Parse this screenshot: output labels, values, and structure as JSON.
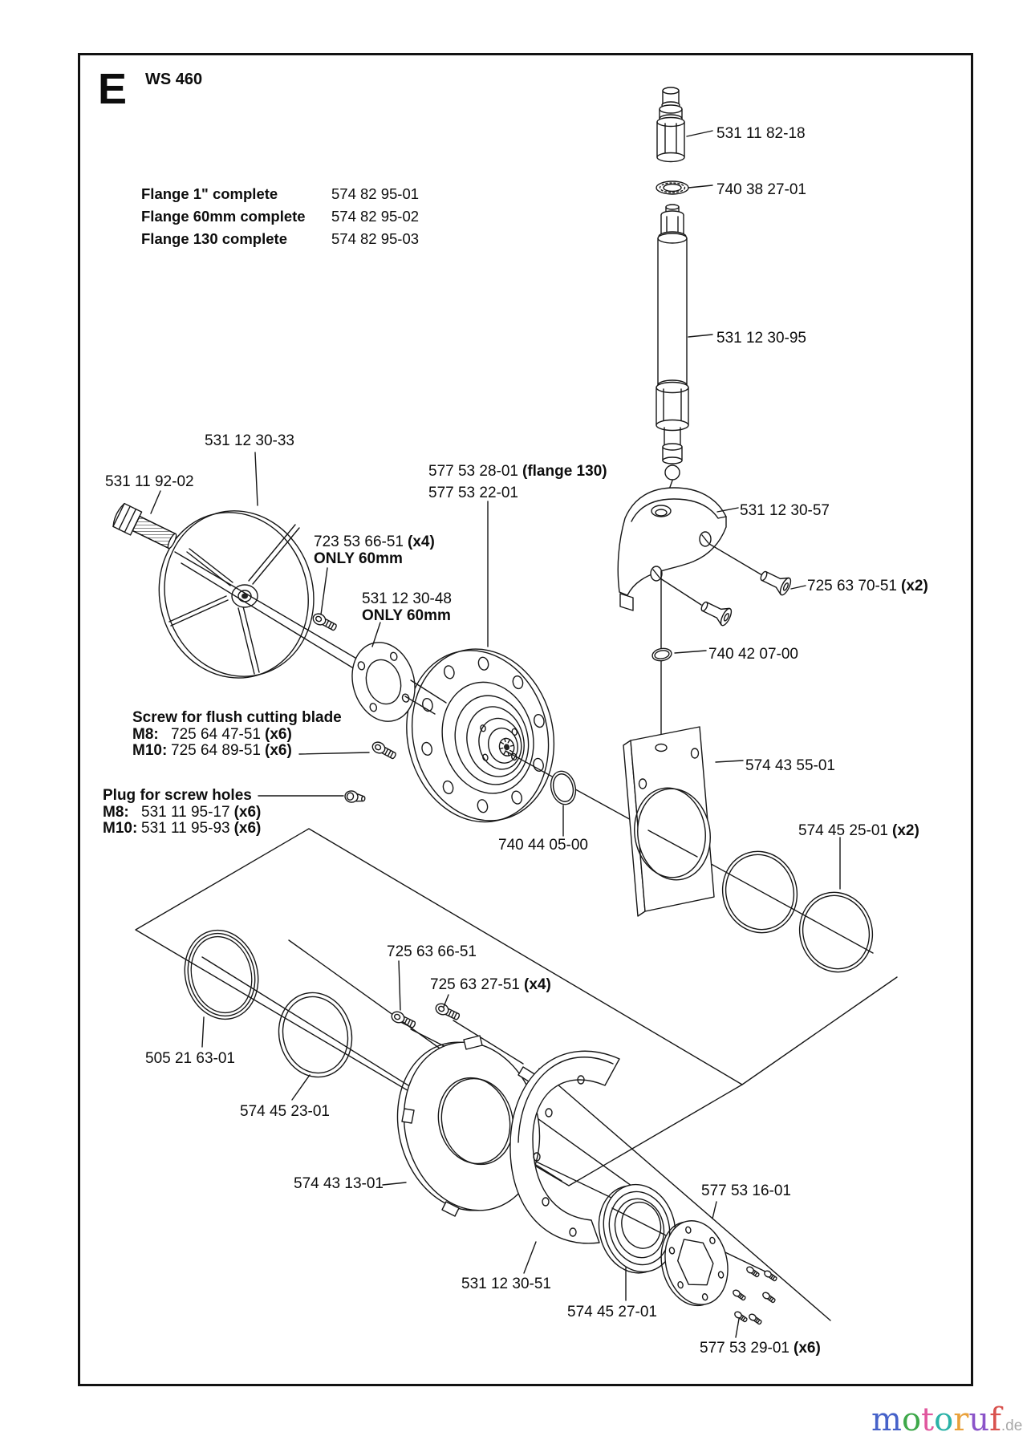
{
  "page": {
    "section_letter": "E",
    "model": "WS 460"
  },
  "flange_table": {
    "rows": [
      {
        "label": "Flange 1\" complete",
        "part": "574 82 95-01"
      },
      {
        "label": "Flange 60mm complete",
        "part": "574 82 95-02"
      },
      {
        "label": "Flange 130 complete",
        "part": "574 82 95-03"
      }
    ]
  },
  "callouts": {
    "bleed_screw": {
      "text": "531 11 82-18"
    },
    "washer_top": {
      "text": "740 38 27-01"
    },
    "spindle": {
      "text": "531 12 30-95"
    },
    "clamp": {
      "text": "531 12 30-57"
    },
    "clamp_screws": {
      "text": "725 63 70-51",
      "qty": "(x2)"
    },
    "oring_small": {
      "text": "740 42 07-00"
    },
    "plate": {
      "text": "574 43 55-01"
    },
    "orings_large": {
      "text": "574 45 25-01",
      "qty": "(x2)"
    },
    "guard_disc": {
      "text": "531 12 30-33"
    },
    "hex_bolt": {
      "text": "531 11 92-02"
    },
    "screws_60mm": {
      "text": "723 53 66-51",
      "qty": "(x4)",
      "note": "ONLY 60mm"
    },
    "ring_60mm": {
      "text": "531 12 30-48",
      "note": "ONLY 60mm"
    },
    "flange_130": {
      "text": "577 53 28-01",
      "qty": "(flange 130)",
      "line2": "577 53 22-01"
    },
    "oring_mid": {
      "text": "740 44 05-00"
    },
    "ring_505": {
      "text": "505 21 63-01"
    },
    "ring_4523": {
      "text": "574 45 23-01"
    },
    "screw_6651": {
      "text": "725 63 66-51"
    },
    "screws_2751": {
      "text": "725 63 27-51",
      "qty": "(x4)"
    },
    "guard_plate": {
      "text": "574 43 13-01"
    },
    "crescent": {
      "text": "531 12 30-51"
    },
    "bearing_ring": {
      "text": "574 45 27-01"
    },
    "gasket": {
      "text": "577 53 16-01"
    },
    "gasket_screws": {
      "text": "577 53 29-01",
      "qty": "(x6)"
    }
  },
  "screw_block": {
    "title": "Screw for flush cutting blade",
    "rows": [
      {
        "size": "M8:",
        "part": "725 64 47-51",
        "qty": "(x6)"
      },
      {
        "size": "M10:",
        "part": "725 64 89-51",
        "qty": "(x6)"
      }
    ]
  },
  "plug_block": {
    "title": "Plug for screw holes",
    "rows": [
      {
        "size": "M8:",
        "part": "531 11 95-17",
        "qty": "(x6)"
      },
      {
        "size": "M10:",
        "part": "531 11 95-93",
        "qty": "(x6)"
      }
    ]
  },
  "watermark": {
    "word": "motoruf",
    "suffix": ".de",
    "letter_colors": [
      "#4662c9",
      "#3ea84a",
      "#e0579e",
      "#2cb2a8",
      "#e9a13b",
      "#8b54c9",
      "#d9534f"
    ]
  }
}
